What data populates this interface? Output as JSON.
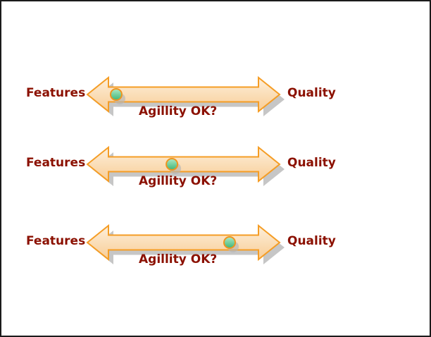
{
  "canvas": {
    "background": "#ffffff",
    "border_color": "#1b1b1b"
  },
  "colors": {
    "label_text": "#8B1000",
    "arrow_border": "#F59D25",
    "arrow_fill_top": "#FDEFDB",
    "arrow_fill_bottom": "#F8CD96",
    "arrow_shadow": "#C6C6C6",
    "dot_border": "#EF941E",
    "dot_fill_top": "#AEE9C5",
    "dot_fill_bottom": "#3FB678",
    "dot_shadow": "#B5B5B5"
  },
  "rows": [
    {
      "left_label": "Features",
      "right_label": "Quality",
      "question_label": "Agillity OK?",
      "dot_position_pct": 15
    },
    {
      "left_label": "Features",
      "right_label": "Quality",
      "question_label": "Agillity OK?",
      "dot_position_pct": 44
    },
    {
      "left_label": "Features",
      "right_label": "Quality",
      "question_label": "Agillity OK?",
      "dot_position_pct": 74
    }
  ]
}
